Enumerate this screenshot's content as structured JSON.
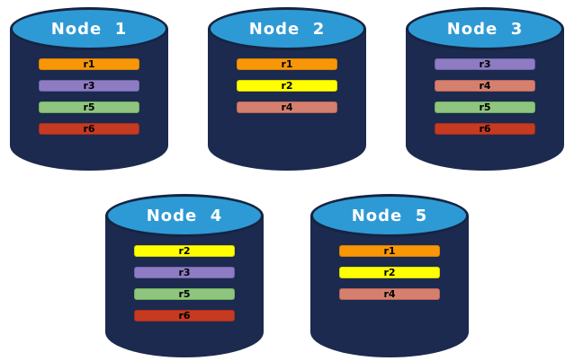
{
  "diagram": {
    "description": "Five database node cylinders showing replica placement",
    "colors": {
      "cylinder_body": "#1B2A4E",
      "cylinder_top": "#2E9AD5",
      "cylinder_rim": "#152441",
      "canvas_background": "#FFFFFF",
      "title_text": "#FFFFFF",
      "bar_text": "#000000"
    },
    "replica_colors": {
      "r1": {
        "fill": "#F79708",
        "border": "#D98100"
      },
      "r2": {
        "fill": "#FFFF00",
        "border": "#D8D500"
      },
      "r3": {
        "fill": "#8D7CC2",
        "border": "#7161AD"
      },
      "r4": {
        "fill": "#D5806E",
        "border": "#BB6553"
      },
      "r5": {
        "fill": "#8FC57E",
        "border": "#6EAE5D"
      },
      "r6": {
        "fill": "#C63A22",
        "border": "#A82D17"
      }
    },
    "nodes": [
      {
        "label": "Node  1",
        "row": 0,
        "replicas": [
          "r1",
          "r3",
          "r5",
          "r6"
        ]
      },
      {
        "label": "Node  2",
        "row": 0,
        "replicas": [
          "r1",
          "r2",
          "r4"
        ]
      },
      {
        "label": "Node  3",
        "row": 0,
        "replicas": [
          "r3",
          "r4",
          "r5",
          "r6"
        ]
      },
      {
        "label": "Node  4",
        "row": 1,
        "replicas": [
          "r2",
          "r3",
          "r5",
          "r6"
        ]
      },
      {
        "label": "Node  5",
        "row": 1,
        "replicas": [
          "r1",
          "r2",
          "r4"
        ]
      }
    ]
  }
}
